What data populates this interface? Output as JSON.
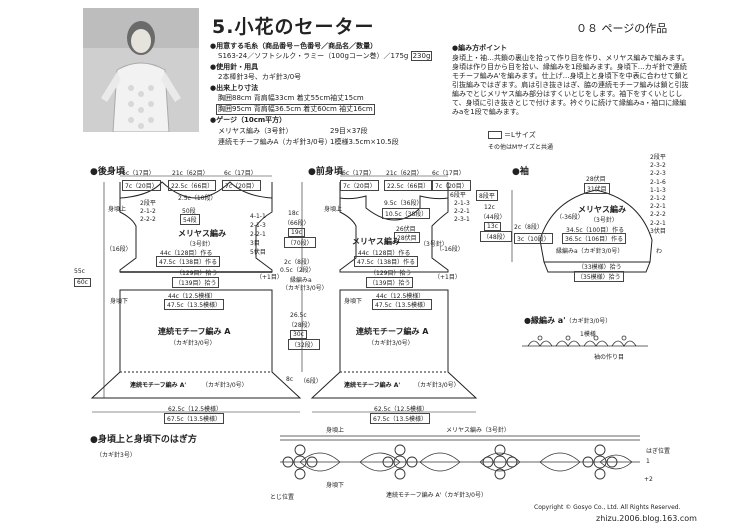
{
  "header": {
    "title": "5.小花のセーター",
    "page_ref": "０８ ページの作品"
  },
  "materials": {
    "yarn_heading": "●用意する毛糸（商品番号－色番号／商品名／数量）",
    "yarn_line": "S163-24／ソフトシルク・ラミー（100gコーン巻）／175g",
    "yarn_qty_alt": "230g",
    "needle_heading": "●使用針・用具",
    "needle_line": "2本棒針3号、カギ針3/0号",
    "size_heading": "●出来上り寸法",
    "size_line1": "胸囲88cm 背肩幅33cm 着丈55cm袖丈15cm",
    "size_line2": "胸囲95cm 背肩幅36.5cm 着丈60cm 袖丈16cm",
    "gauge_heading": "●ゲージ（10cm平方）",
    "gauge_row1_label": "メリヤス編み（3号針）",
    "gauge_row1_value": "29目×37段",
    "gauge_row2_label": "連続モチーフ編みA（カギ針3/0号）",
    "gauge_row2_value": "1模様3.5cm×10.5段"
  },
  "notes": {
    "heading": "●編み方ポイント",
    "body": "身頃上・袖…共鎖の裏山を拾って作り目を作り、メリヤス編みで編みます。身頃は作り目から目を拾い、縁編みを1段編みます。身頃下…カギ針で連続モチーフ編みA'を編みます。仕上げ…身頃上と身頃下を中表に合わせて鎖と引抜編みではぎます。肩は引き抜きはぎ、脇の連続モチーフ編みは鎖と引抜編みでとじメリヤス編み部分はすくいとじをします。袖下をすくいとじして、身頃に引き抜きとじで付けます。衿ぐりに続けて縁編みa・袖口に縁編みaを1段で編みます。",
    "legend_text": "＝Lサイズ",
    "legend_text2": "その他はMサイズと共通"
  },
  "back": {
    "title": "●後身頃",
    "top_dims": [
      "6c（17目）",
      "21c（62目）",
      "6c（17目）"
    ],
    "top_dims_L": [
      "7c（20目）",
      "22.5c（66目）",
      "7c（20目）"
    ],
    "neck": "2.5c",
    "neck_rows": "（10段）",
    "shoulder_rows": [
      "2段平",
      "2-1-2",
      "2-2-2"
    ],
    "shoulder_rows_L": [
      "2段平",
      "2-1-2",
      "2-2-2"
    ],
    "neck_depth": "50段",
    "neck_depth_L": "54段",
    "label_upper": "身頃上",
    "label_lower": "身頃下",
    "stitch": "メリヤス編み",
    "needle": "（3号針）",
    "armhole_dec": [
      "4-1-1",
      "2-1-3",
      "2-2-1",
      "3目",
      "5伏目"
    ],
    "side_rows": "（16段）",
    "bottom_width": "44c（128目）作る",
    "bottom_width_L": "47.5c（138目）作る",
    "pattern_count": "（129目）拾う",
    "pattern_count_L": "（139目）拾う",
    "pattern_rep": "44c（12.5模様）",
    "pattern_rep_L": "47.5c（13.5模様）",
    "motif": "連続モチーフ編み A",
    "motif_needle": "（カギ針3/0号）",
    "motif_bottom": "連続モチーフ編み A'",
    "motif_bottom_needle": "（カギ針3/0号）",
    "total_len": "55c",
    "total_len_L": "60c",
    "plus": "（+1目）"
  },
  "center": {
    "side1": "18c",
    "side1_rows": "（66段）",
    "side2": "19c",
    "side2_rows": "（70段）",
    "armhole": "2c",
    "armhole_rows": "（8段）",
    "armhole2": "0.5c",
    "armhole2_rows": "（2段）",
    "lower": "26.5c",
    "lower_rows": "（28段）",
    "lower2": "30c",
    "lower2_rows": "（32段）",
    "hem": "8c",
    "hem_rows": "（6段）",
    "edge": "縁編みa",
    "edge_needle": "（カギ針3/0号）"
  },
  "front": {
    "title": "●前身頃",
    "top_dims": [
      "6c（17目）",
      "21c（62目）",
      "6c（17目）"
    ],
    "top_dims_L": [
      "7c（20目）",
      "22.5c（66目）",
      "7c（20目）"
    ],
    "neck1": "9.5c",
    "neck1_rows": "（36段）",
    "neck2": "10.5c",
    "neck2_rows": "（38段）",
    "center_rows": "26伏目",
    "center_rows_L": "28伏目",
    "flat": "6段平",
    "flat_L": "8段平",
    "neck_dec": [
      "2-1-3",
      "2-2-1",
      "2-3-1"
    ],
    "label_upper": "身頃上",
    "label_lower": "身頃下",
    "stitch": "メリヤス編み",
    "needle": "（3号針）",
    "side_rows": "（-16段）",
    "bottom_width": "44c（128目）作る",
    "bottom_width_L": "47.5c（138目）作る",
    "pattern_count": "（129目）拾う",
    "pattern_count_L": "（139目）拾う",
    "pattern_rep": "44c（12.5模様）",
    "pattern_rep_L": "47.5c（13.5模様）",
    "motif": "連続モチーフ編み A",
    "motif_needle": "（カギ針3/0号）",
    "motif_bottom": "連続モチーフ編み A'",
    "motif_bottom_needle": "（カギ針3/0号）",
    "plus": "（+1目）",
    "bottom_total": "62.5c（12.5模様）",
    "bottom_total_L": "67.5c（13.5模様）"
  },
  "sleeve": {
    "title": "●袖",
    "top": "28伏目",
    "top_L": "31伏目",
    "length": "12c",
    "length_rows": "（44段）",
    "length2": "13c",
    "length2_rows": "（48段）",
    "cuff1": "2c",
    "cuff1_rows": "（8段）",
    "cuff2": "3c",
    "cuff2_rows": "（10段）",
    "stitch": "メリヤス編み",
    "needle": "（3号針）",
    "side_rows": "（-36段）",
    "width": "34.5c（100目）作る",
    "width_L": "36.5c（106目）作る",
    "edge": "縁編みa（カギ針3/0号）",
    "pick": "（33模様）拾う",
    "pick_L": "（35模様）拾う",
    "dec": [
      "2段平",
      "2-3-2",
      "2-2-3",
      "2-1-6",
      "1-1-3",
      "2-1-2",
      "2-2-1",
      "2-2-2",
      "2-2-1",
      "3伏目"
    ],
    "wa": "わ"
  },
  "edging": {
    "title": "●縁編み a'",
    "title_needle": "（カギ針3/0号）",
    "rep": "1模様",
    "start": "袖の作り目"
  },
  "join": {
    "title": "●身頃上と身頃下のはぎ方",
    "needle": "（カギ針3号）",
    "label_upper": "身頃上",
    "label_lower": "身頃下",
    "stitch": "メリヤス編み（3号針）",
    "motif": "連続モチーフ編み A'（カギ針3/0号）",
    "start": "とじ位置",
    "end_label": "はぎ位置",
    "row_labels": [
      "1",
      "+2"
    ]
  },
  "footer": {
    "copyright": "Copyright © Gosyo Co., Ltd. All Rights Reserved.",
    "watermark": "zhizu.2006.blog.163.com"
  }
}
